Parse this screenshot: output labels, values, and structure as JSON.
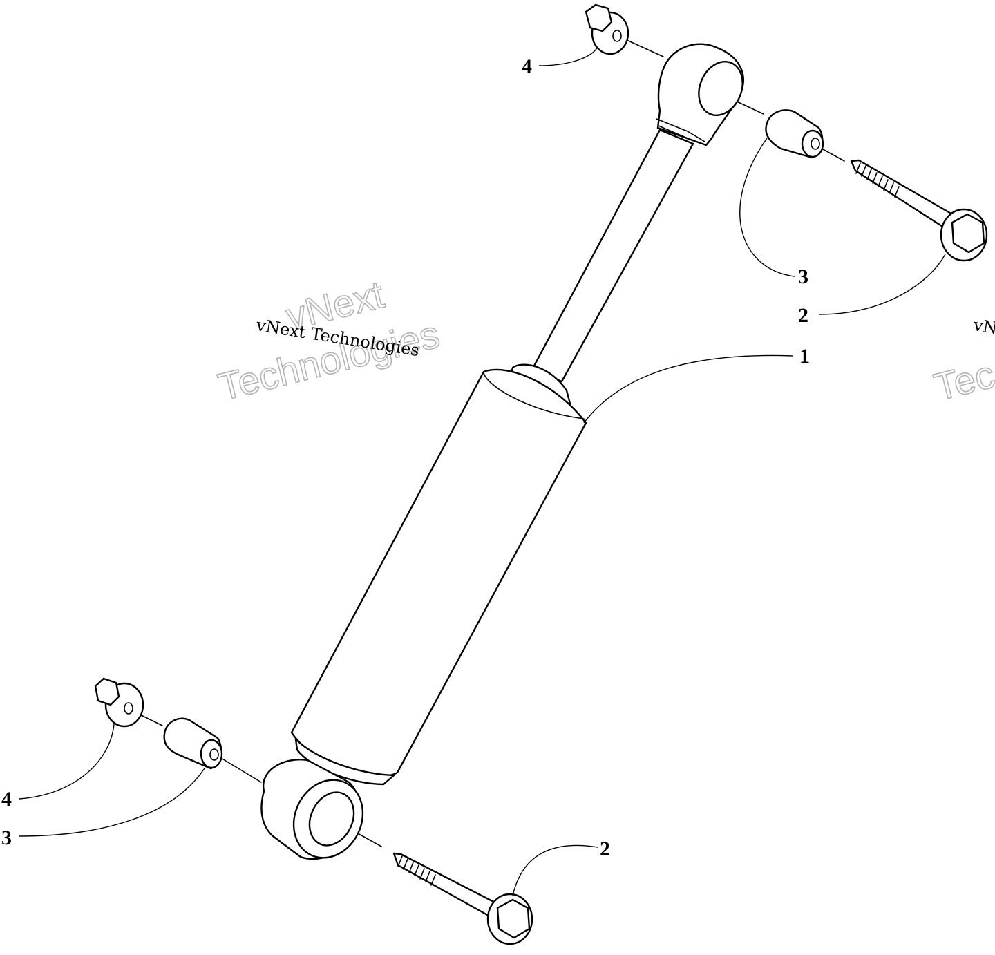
{
  "callouts": {
    "top_nut": "4",
    "top_spacer": "3",
    "top_bolt": "2",
    "shock_absorber": "1",
    "bottom_nut": "4",
    "bottom_spacer": "3",
    "bottom_bolt": "2"
  },
  "watermark": {
    "line_small": "vNext Technologies",
    "line_big_1": "vNext",
    "line_big_2": "Technologies",
    "right_small": "vN",
    "right_big": "Tec"
  }
}
